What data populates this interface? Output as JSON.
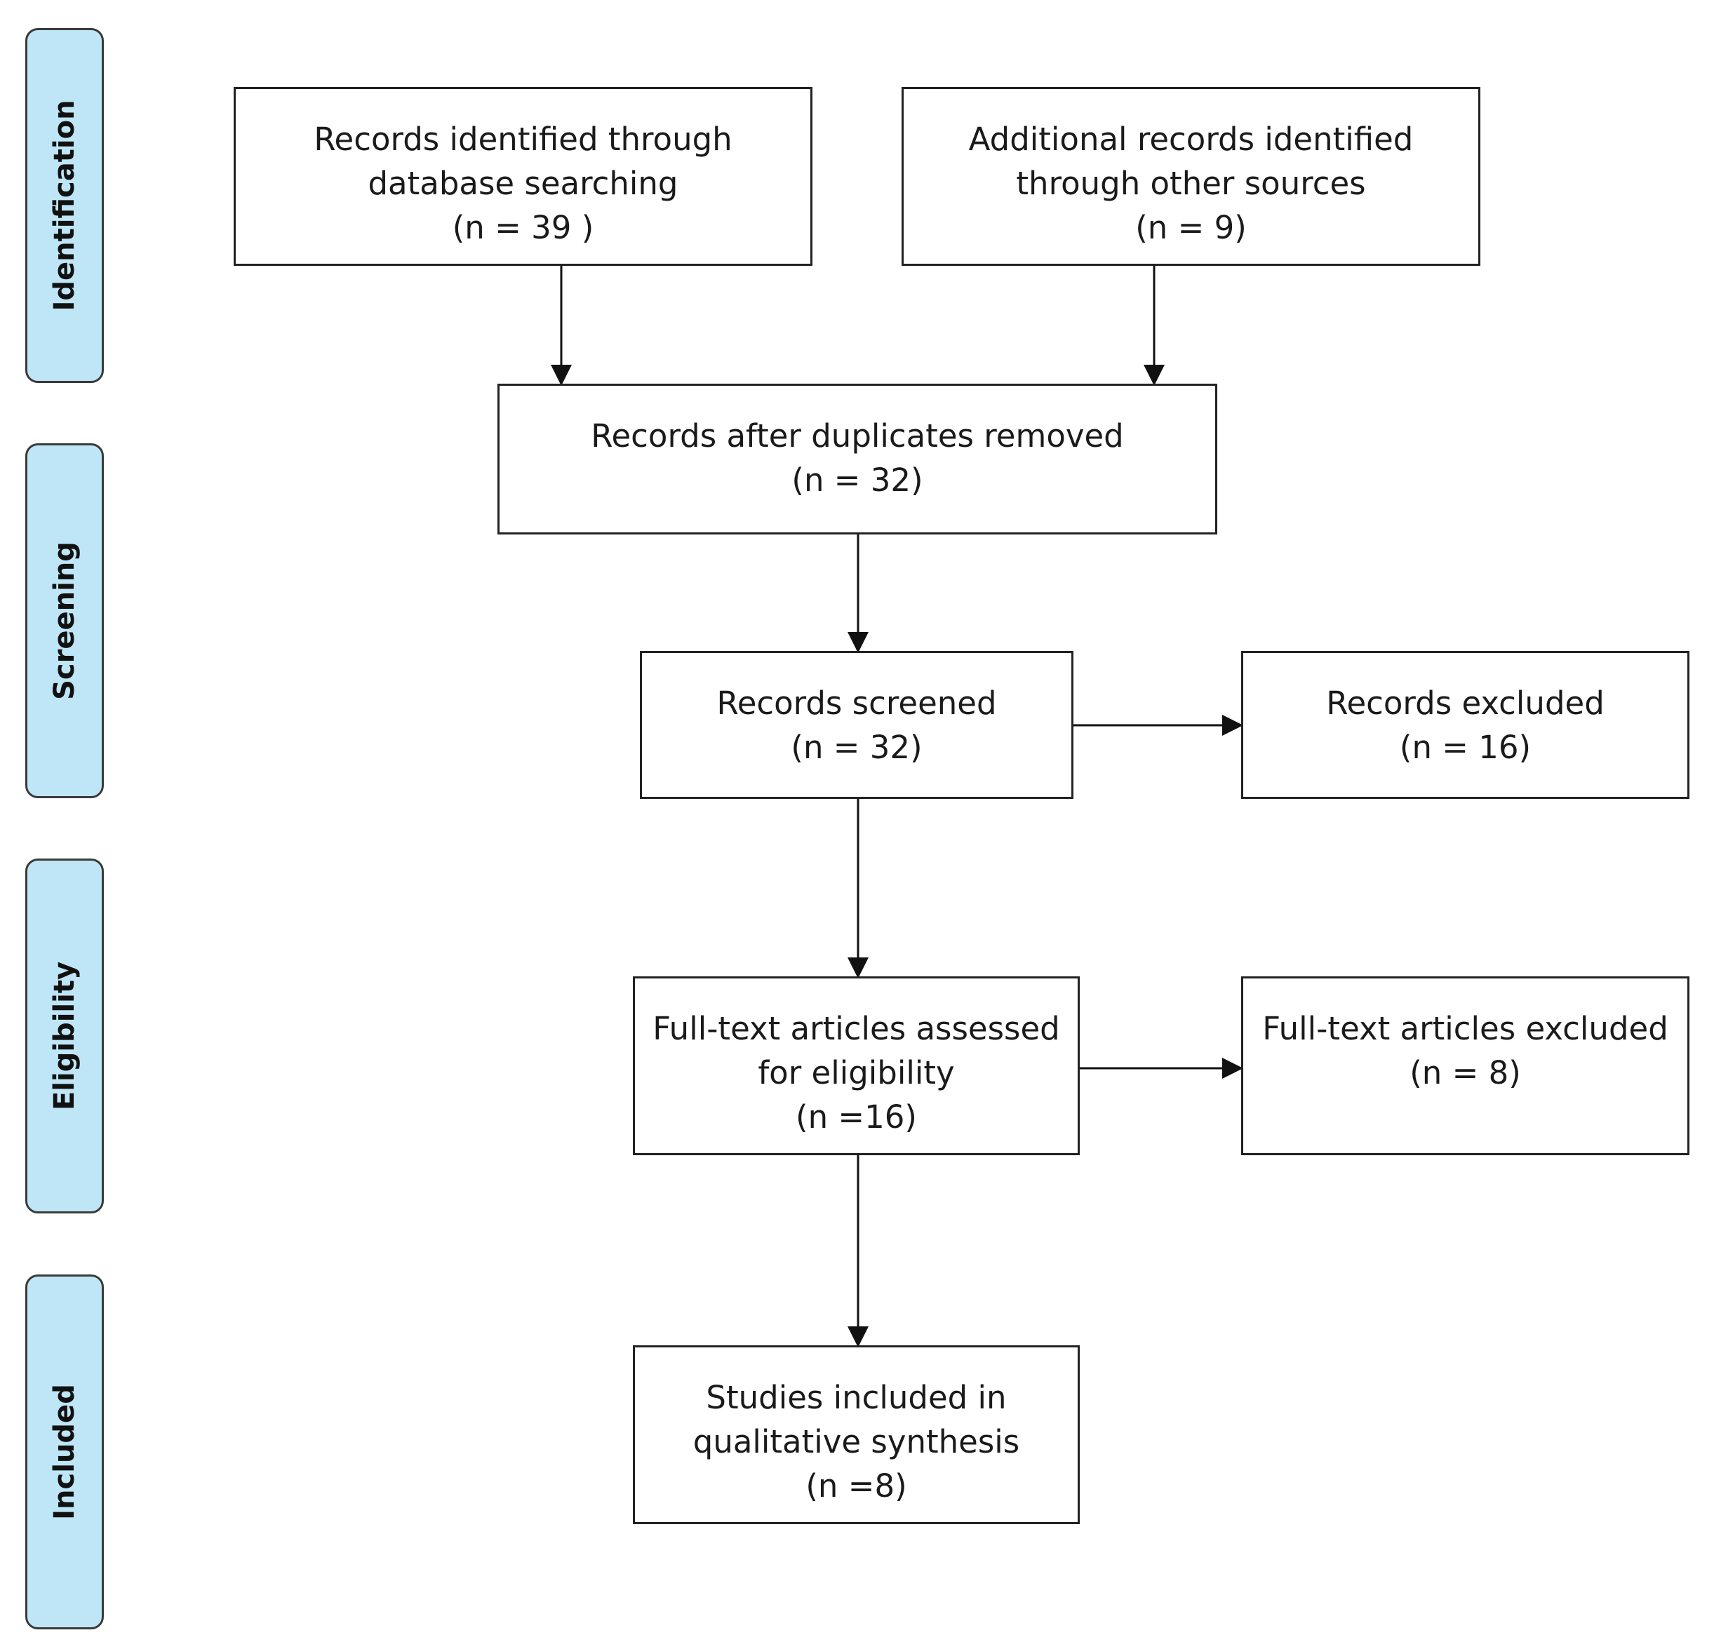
{
  "phases": {
    "identification": "Identification",
    "screening": "Screening",
    "eligibility": "Eligibility",
    "included": "Included"
  },
  "boxes": {
    "database_search": {
      "line1": "Records identified through",
      "line2": "database searching",
      "count": "(n = 39 )"
    },
    "other_sources": {
      "line1": "Additional records identified",
      "line2": "through other sources",
      "count": "(n = 9)"
    },
    "duplicates_removed": {
      "line1": "Records after duplicates removed",
      "count": "(n = 32)"
    },
    "screened": {
      "line1": "Records screened",
      "count": "(n = 32)"
    },
    "excluded": {
      "line1": "Records excluded",
      "count": "(n = 16)"
    },
    "fulltext_assessed": {
      "line1": "Full-text articles assessed",
      "line2": "for eligibility",
      "count": "(n =16)"
    },
    "fulltext_excluded": {
      "line1": "Full-text articles excluded",
      "count": "(n = 8)"
    },
    "included_studies": {
      "line1": "Studies included in",
      "line2": "qualitative synthesis",
      "count": "(n =8)"
    }
  },
  "colors": {
    "phase_fill": "#bfe6f6",
    "stroke": "#222222"
  }
}
